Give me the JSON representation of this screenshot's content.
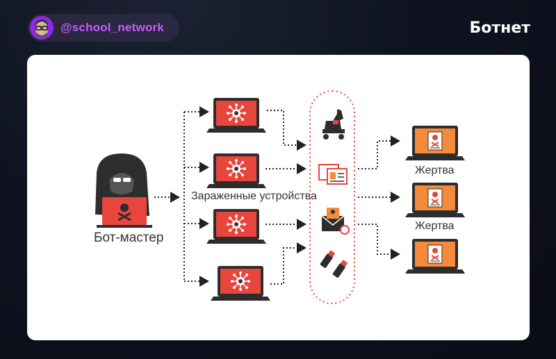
{
  "header": {
    "handle": "@school_network",
    "title": "Ботнет"
  },
  "diagram": {
    "bot_master_label": "Бот-мастер",
    "infected_label": "Зараженные устройства",
    "victim_labels": [
      "Жертва",
      "Жертва"
    ]
  },
  "colors": {
    "accent_purple": "#c45cff",
    "screen_red": "#e8453c",
    "victim_orange": "#f58a3c",
    "dark": "#2d2d2d"
  }
}
